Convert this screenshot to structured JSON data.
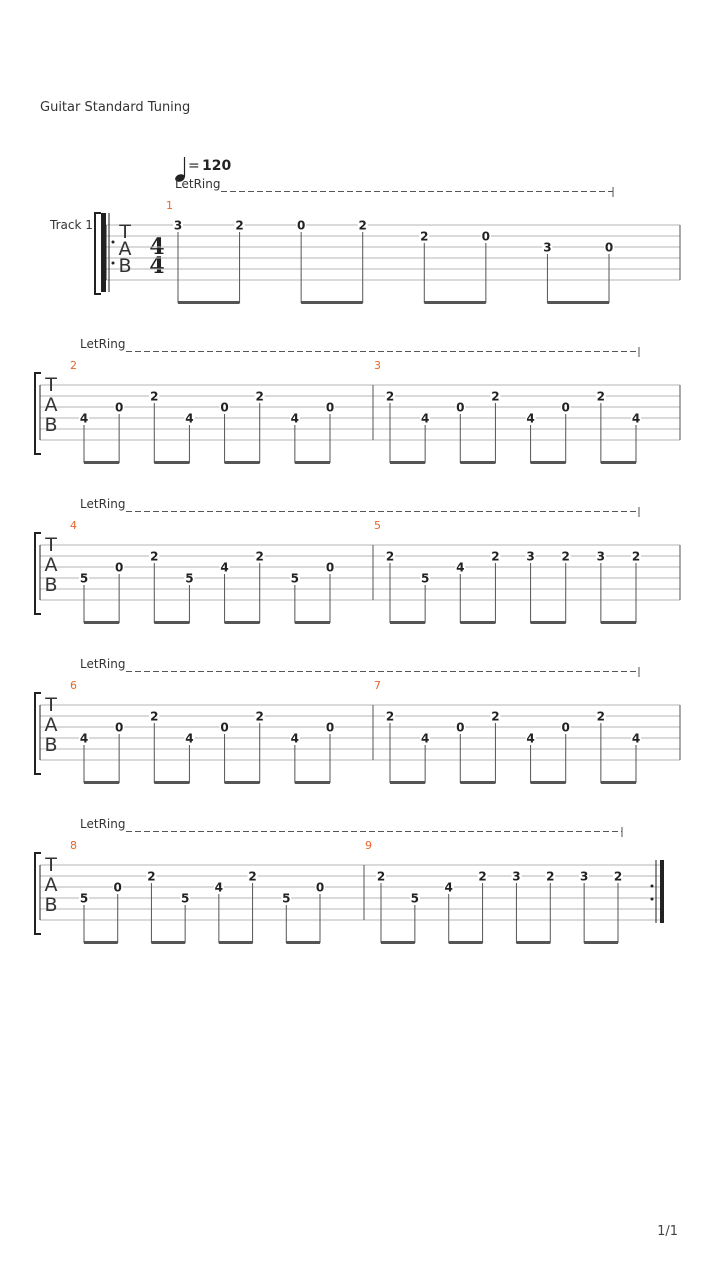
{
  "header": {
    "tuning": "Guitar Standard Tuning"
  },
  "tempo": {
    "symbol": "=",
    "bpm": "120"
  },
  "track": {
    "name": "Track 1"
  },
  "time_signature": {
    "top": "4",
    "bottom": "4"
  },
  "tab_letters": [
    "T",
    "A",
    "B"
  ],
  "effect_label": "LetRing",
  "footer": {
    "page": "1/1"
  },
  "colors": {
    "measure_number": "#e8642c",
    "staff_line": "#b5b5b5",
    "ink": "#222222"
  },
  "systems": [
    {
      "measures": [
        {
          "number": "1",
          "notes": [
            {
              "fret": "3",
              "string": 1
            },
            {
              "fret": "2",
              "string": 1
            },
            {
              "fret": "0",
              "string": 1
            },
            {
              "fret": "2",
              "string": 1
            },
            {
              "fret": "2",
              "string": 2
            },
            {
              "fret": "0",
              "string": 2
            },
            {
              "fret": "3",
              "string": 3
            },
            {
              "fret": "0",
              "string": 3
            }
          ]
        }
      ]
    },
    {
      "measures": [
        {
          "number": "2",
          "notes": [
            {
              "fret": "4",
              "string": 4
            },
            {
              "fret": "0",
              "string": 3
            },
            {
              "fret": "2",
              "string": 2
            },
            {
              "fret": "4",
              "string": 4
            },
            {
              "fret": "0",
              "string": 3
            },
            {
              "fret": "2",
              "string": 2
            },
            {
              "fret": "4",
              "string": 4
            },
            {
              "fret": "0",
              "string": 3
            }
          ]
        },
        {
          "number": "3",
          "notes": [
            {
              "fret": "2",
              "string": 2
            },
            {
              "fret": "4",
              "string": 4
            },
            {
              "fret": "0",
              "string": 3
            },
            {
              "fret": "2",
              "string": 2
            },
            {
              "fret": "4",
              "string": 4
            },
            {
              "fret": "0",
              "string": 3
            },
            {
              "fret": "2",
              "string": 2
            },
            {
              "fret": "4",
              "string": 4
            }
          ]
        }
      ]
    },
    {
      "measures": [
        {
          "number": "4",
          "notes": [
            {
              "fret": "5",
              "string": 4
            },
            {
              "fret": "0",
              "string": 3
            },
            {
              "fret": "2",
              "string": 2
            },
            {
              "fret": "5",
              "string": 4
            },
            {
              "fret": "4",
              "string": 3
            },
            {
              "fret": "2",
              "string": 2
            },
            {
              "fret": "5",
              "string": 4
            },
            {
              "fret": "0",
              "string": 3
            }
          ]
        },
        {
          "number": "5",
          "notes": [
            {
              "fret": "2",
              "string": 2
            },
            {
              "fret": "5",
              "string": 4
            },
            {
              "fret": "4",
              "string": 3
            },
            {
              "fret": "2",
              "string": 2
            },
            {
              "fret": "3",
              "string": 2
            },
            {
              "fret": "2",
              "string": 2
            },
            {
              "fret": "3",
              "string": 2
            },
            {
              "fret": "2",
              "string": 2
            }
          ]
        }
      ]
    },
    {
      "measures": [
        {
          "number": "6",
          "notes": [
            {
              "fret": "4",
              "string": 4
            },
            {
              "fret": "0",
              "string": 3
            },
            {
              "fret": "2",
              "string": 2
            },
            {
              "fret": "4",
              "string": 4
            },
            {
              "fret": "0",
              "string": 3
            },
            {
              "fret": "2",
              "string": 2
            },
            {
              "fret": "4",
              "string": 4
            },
            {
              "fret": "0",
              "string": 3
            }
          ]
        },
        {
          "number": "7",
          "notes": [
            {
              "fret": "2",
              "string": 2
            },
            {
              "fret": "4",
              "string": 4
            },
            {
              "fret": "0",
              "string": 3
            },
            {
              "fret": "2",
              "string": 2
            },
            {
              "fret": "4",
              "string": 4
            },
            {
              "fret": "0",
              "string": 3
            },
            {
              "fret": "2",
              "string": 2
            },
            {
              "fret": "4",
              "string": 4
            }
          ]
        }
      ]
    },
    {
      "measures": [
        {
          "number": "8",
          "notes": [
            {
              "fret": "5",
              "string": 4
            },
            {
              "fret": "0",
              "string": 3
            },
            {
              "fret": "2",
              "string": 2
            },
            {
              "fret": "5",
              "string": 4
            },
            {
              "fret": "4",
              "string": 3
            },
            {
              "fret": "2",
              "string": 2
            },
            {
              "fret": "5",
              "string": 4
            },
            {
              "fret": "0",
              "string": 3
            }
          ]
        },
        {
          "number": "9",
          "notes": [
            {
              "fret": "2",
              "string": 2
            },
            {
              "fret": "5",
              "string": 4
            },
            {
              "fret": "4",
              "string": 3
            },
            {
              "fret": "2",
              "string": 2
            },
            {
              "fret": "3",
              "string": 2
            },
            {
              "fret": "2",
              "string": 2
            },
            {
              "fret": "3",
              "string": 2
            },
            {
              "fret": "2",
              "string": 2
            }
          ]
        }
      ]
    }
  ]
}
